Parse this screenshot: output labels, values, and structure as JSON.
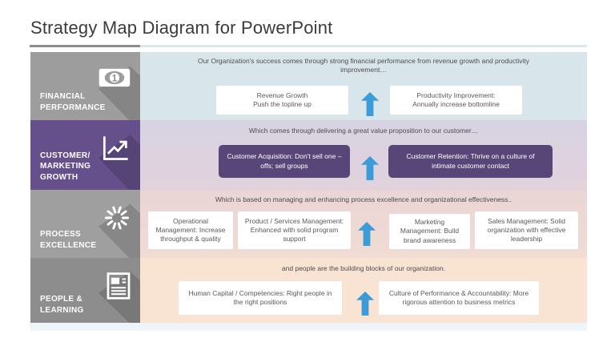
{
  "title": "Strategy Map Diagram for PowerPoint",
  "colors": {
    "accent_blue": "#3c9cd7",
    "purple_box": "#584679",
    "sidebar_purple": "#66508c",
    "sidebar_gray": "#9d9d9d",
    "band_blue": "#d8e5ea",
    "band_lavender": "#d7d3e2",
    "band_pink": "#ead5d6",
    "band_peach": "#f9e3d3"
  },
  "rows": [
    {
      "id": "financial-performance",
      "sidebar_label": "FINANCIAL PERFORMANCE",
      "icon": "money-icon",
      "caption": "Our Organization's success comes through strong financial performance from revenue growth and productivity improvement…",
      "boxes": [
        {
          "text": "Revenue Growth\nPush the topline up"
        },
        {
          "text": "Productivity Improvement:\nAnnually increase bottomline"
        }
      ]
    },
    {
      "id": "customer-marketing-growth",
      "sidebar_label": "CUSTOMER/ MARKETING GROWTH",
      "icon": "line-chart-icon",
      "caption": "Which comes through delivering a great value proposition to our customer…",
      "boxes": [
        {
          "text": "Customer Acquisition: Don't sell one – offs; sell groups"
        },
        {
          "text": "Customer Retention: Thrive on a culture of intimate customer contact"
        }
      ]
    },
    {
      "id": "process-excellence",
      "sidebar_label": "PROCESS EXCELLENCE",
      "icon": "burst-icon",
      "caption": "Which is based on managing and enhancing process excellence and organizational effectiveness..",
      "boxes": [
        {
          "text": "Operational Management: Increase throughput & quality"
        },
        {
          "text": "Product / Services Management: Enhanced with solid program support"
        },
        {
          "text": "Marketing Management: Build brand awareness"
        },
        {
          "text": "Sales Management: Solid organization with effective leadership"
        }
      ]
    },
    {
      "id": "people-learning",
      "sidebar_label": "PEOPLE & LEARNING",
      "icon": "news-document-icon",
      "caption": "and people are the building blocks of our organization.",
      "boxes": [
        {
          "text": "Human Capital / Competencies: Right people in the right positions"
        },
        {
          "text": "Culture of Performance & Accountability: More rigorous attention to business metrics"
        }
      ]
    }
  ]
}
